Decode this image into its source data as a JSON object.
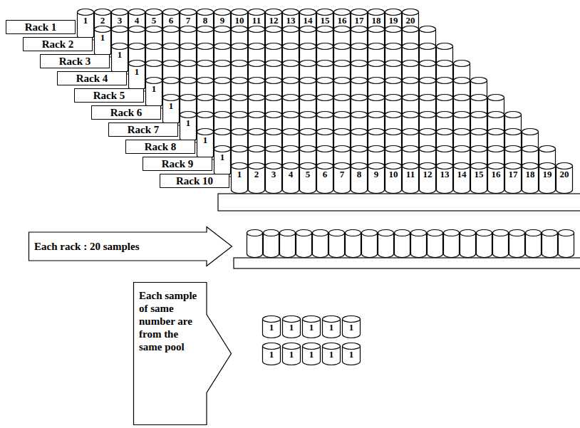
{
  "diagram": {
    "nodes": [
      {
        "text": [
          "Rack 1"
        ]
      },
      {
        "text": [
          "1"
        ]
      },
      {
        "text": [
          "2"
        ]
      },
      {
        "text": [
          "3"
        ]
      },
      {
        "text": [
          "4"
        ]
      },
      {
        "text": [
          "5"
        ]
      },
      {
        "text": [
          "6"
        ]
      },
      {
        "text": [
          "7"
        ]
      },
      {
        "text": [
          "8"
        ]
      },
      {
        "text": [
          "9"
        ]
      },
      {
        "text": [
          "10"
        ]
      },
      {
        "text": [
          "11"
        ]
      },
      {
        "text": [
          "12"
        ]
      },
      {
        "text": [
          "13"
        ]
      },
      {
        "text": [
          "14"
        ]
      },
      {
        "text": [
          "15"
        ]
      },
      {
        "text": [
          "16"
        ]
      },
      {
        "text": [
          "17"
        ]
      },
      {
        "text": [
          "18"
        ]
      },
      {
        "text": [
          "19"
        ]
      },
      {
        "text": [
          "20"
        ]
      },
      {
        "text": [
          "Rack 2"
        ]
      },
      {
        "text": [
          "1"
        ]
      },
      {
        "text": [
          "Rack 3"
        ]
      },
      {
        "text": [
          "1"
        ]
      },
      {
        "text": [
          "Rack 4"
        ]
      },
      {
        "text": [
          "1"
        ]
      },
      {
        "text": [
          "Rack 5"
        ]
      },
      {
        "text": [
          "1"
        ]
      },
      {
        "text": [
          "Rack 6"
        ]
      },
      {
        "text": [
          "1"
        ]
      },
      {
        "text": [
          "Rack 7"
        ]
      },
      {
        "text": [
          "1"
        ]
      },
      {
        "text": [
          "Rack 8"
        ]
      },
      {
        "text": [
          "1"
        ]
      },
      {
        "text": [
          "Rack 9"
        ]
      },
      {
        "text": [
          "1"
        ]
      },
      {
        "text": [
          "Rack 10"
        ]
      },
      {
        "text": [
          "1"
        ]
      },
      {
        "text": [
          "2"
        ]
      },
      {
        "text": [
          "3"
        ]
      },
      {
        "text": [
          "4"
        ]
      },
      {
        "text": [
          "5"
        ]
      },
      {
        "text": [
          "6"
        ]
      },
      {
        "text": [
          "7"
        ]
      },
      {
        "text": [
          "8"
        ]
      },
      {
        "text": [
          "9"
        ]
      },
      {
        "text": [
          "10"
        ]
      },
      {
        "text": [
          "11"
        ]
      },
      {
        "text": [
          "12"
        ]
      },
      {
        "text": [
          "13"
        ]
      },
      {
        "text": [
          "14"
        ]
      },
      {
        "text": [
          "15"
        ]
      },
      {
        "text": [
          "16"
        ]
      },
      {
        "text": [
          "17"
        ]
      },
      {
        "text": [
          "18"
        ]
      },
      {
        "text": [
          "19"
        ]
      },
      {
        "text": [
          "20"
        ]
      },
      {
        "text": [
          "Each rack : 20 samples"
        ]
      },
      {
        "text": [
          "Each sample of same number are from the same pool"
        ]
      },
      {
        "text": [
          "1"
        ]
      },
      {
        "text": [
          "1"
        ]
      },
      {
        "text": [
          "1"
        ]
      },
      {
        "text": [
          "1"
        ]
      },
      {
        "text": [
          "1"
        ]
      },
      {
        "text": [
          "1"
        ]
      },
      {
        "text": [
          "1"
        ]
      },
      {
        "text": [
          "1"
        ]
      },
      {
        "text": [
          "1"
        ]
      },
      {
        "text": [
          "1"
        ]
      }
    ]
  }
}
